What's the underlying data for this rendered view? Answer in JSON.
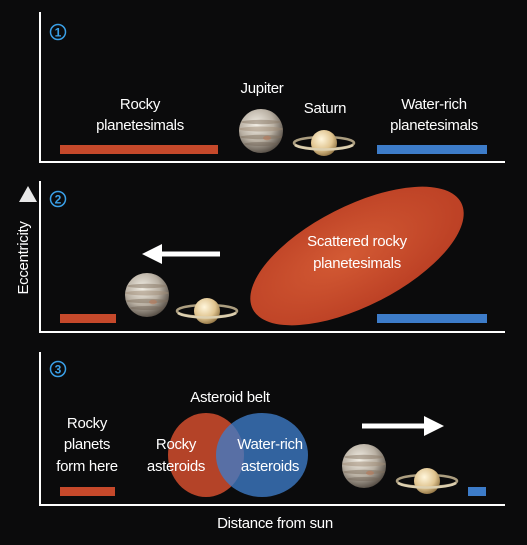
{
  "axis": {
    "y_label": "Eccentricity",
    "x_label": "Distance from sun"
  },
  "panels": [
    {
      "number": "1",
      "labels": {
        "rocky": [
          "Rocky",
          "planetesimals"
        ],
        "jupiter": "Jupiter",
        "saturn": "Saturn",
        "water": [
          "Water-rich",
          "planetesimals"
        ]
      }
    },
    {
      "number": "2",
      "labels": {
        "scattered": [
          "Scattered rocky",
          "planetesimals"
        ]
      }
    },
    {
      "number": "3",
      "labels": {
        "rocky_planets": [
          "Rocky",
          "planets",
          "form here"
        ],
        "belt": "Asteroid belt",
        "rocky_asteroids": [
          "Rocky",
          "asteroids"
        ],
        "water_asteroids": [
          "Water-rich",
          "asteroids"
        ]
      }
    }
  ],
  "colors": {
    "rocky": "#c6492b",
    "water": "#3d7cc9",
    "number": "#3aa0e8"
  }
}
